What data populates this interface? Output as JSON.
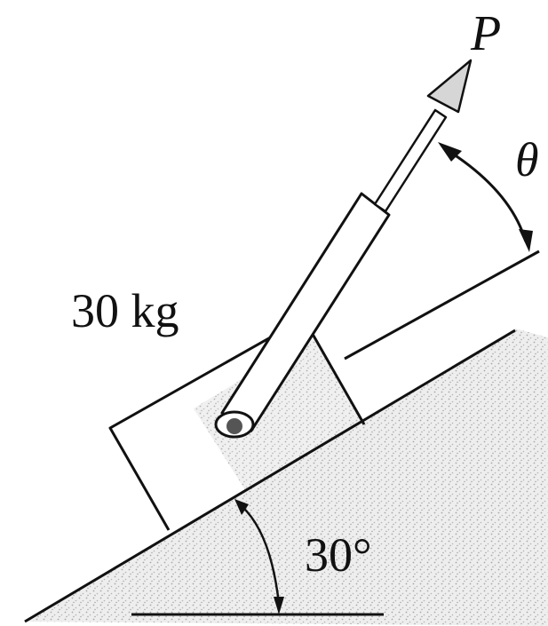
{
  "labels": {
    "mass": "30 kg",
    "force": "P",
    "force_angle": "θ",
    "incline_angle": "30°"
  },
  "colors": {
    "line": "#111111",
    "shading": "#c8c8c8",
    "arrow_fill": "#d6d6d6"
  }
}
